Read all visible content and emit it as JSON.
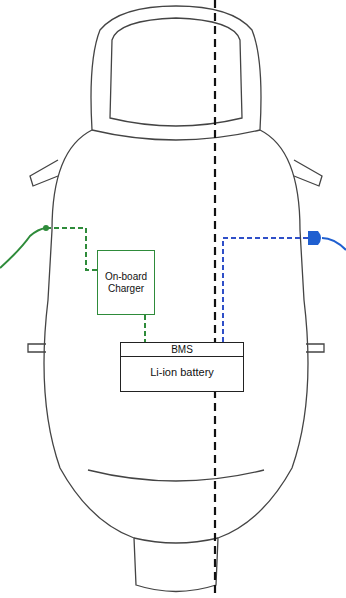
{
  "diagram": {
    "nodes": [
      {
        "text": [
          "On-board Charger"
        ]
      },
      {
        "text": [
          "BMS",
          "Li-ion battery"
        ]
      }
    ],
    "edges": [
      {
        "from": 0,
        "to": 1,
        "arrow": "none"
      }
    ]
  }
}
